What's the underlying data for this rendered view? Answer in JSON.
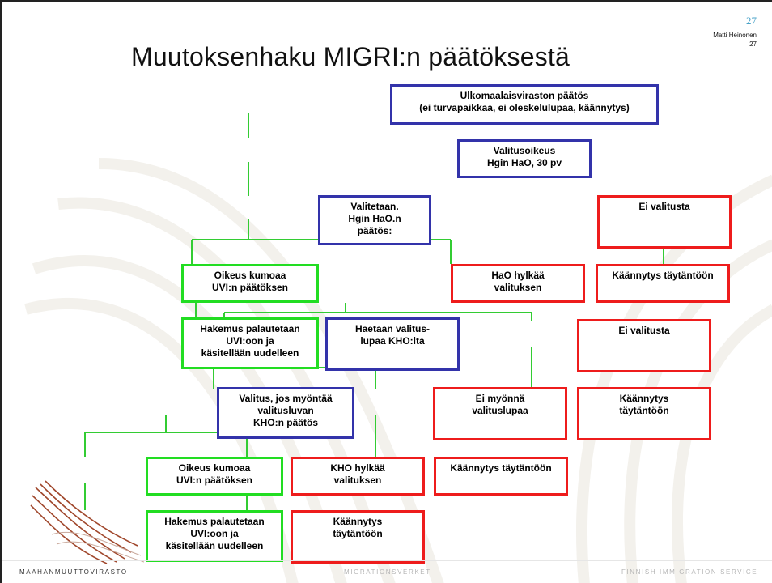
{
  "slide": {
    "title": "Muutoksenhaku MIGRI:n päätöksestä",
    "page_number": "27",
    "author": "Matti Heinonen",
    "author_page": "27"
  },
  "boxes": {
    "decision": [
      "Ulkomaalaisviraston päätös",
      "(ei turvapaikkaa, ei oleskelulupaa, käännytys)"
    ],
    "appeal_right": [
      "Valitusoikeus",
      "Hgin HaO, 30 pv"
    ],
    "appealed": [
      "Valitetaan.",
      "Hgin HaO.n",
      "päätös:"
    ],
    "no_appeal_1": [
      "Ei valitusta"
    ],
    "court_annuls_1": [
      "Oikeus kumoaa",
      "UVI:n päätöksen"
    ],
    "hao_rejects": [
      "HaO hylkää",
      "valituksen"
    ],
    "deport_1": [
      "Käännytys täytäntöön"
    ],
    "returned_1": [
      "Hakemus palautetaan",
      "UVI:oon ja",
      "käsitellään uudelleen"
    ],
    "seek_leave": [
      "Haetaan valitus-",
      "lupaa KHO:lta"
    ],
    "no_appeal_2": [
      "Ei valitusta"
    ],
    "kho_decision": [
      "Valitus, jos myöntää",
      "valitusluvan",
      "KHO:n päätös"
    ],
    "leave_denied": [
      "Ei myönnä",
      "valituslupaa"
    ],
    "deport_2": [
      "Käännytys",
      "täytäntöön"
    ],
    "court_annuls_2": [
      "Oikeus kumoaa",
      "UVI:n päätöksen"
    ],
    "kho_rejects": [
      "KHO hylkää",
      "valituksen"
    ],
    "deport_3": [
      "Käännytys täytäntöön"
    ],
    "returned_2": [
      "Hakemus palautetaan",
      "UVI:oon ja",
      "käsitellään uudelleen"
    ],
    "deport_4": [
      "Käännytys",
      "täytäntöön"
    ]
  },
  "footer": {
    "left": "MAAHANMUUTTOVIRASTO",
    "center": "MIGRATIONSVERKET",
    "right": "FINNISH IMMIGRATION SERVICE"
  },
  "colors": {
    "blue_border": "#3333aa",
    "red_border": "#ee1c1c",
    "green_border": "#22dd22",
    "accent": "#4aa3c8",
    "logo": "#a0472c"
  }
}
